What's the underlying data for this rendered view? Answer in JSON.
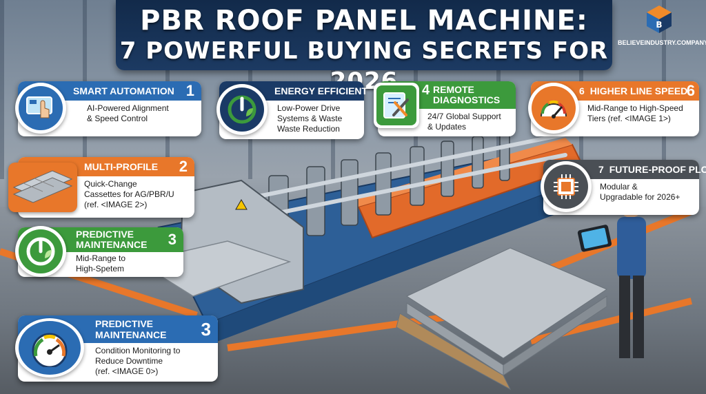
{
  "title": {
    "line1": "PBR ROOF PANEL MACHINE:",
    "line2": "7 POWERFUL BUYING SECRETS FOR 2026"
  },
  "brand": {
    "name": "BELIEVEINDUSTRY.COMPANY",
    "logo_icon": "cube-logo-icon"
  },
  "colors": {
    "navy": "#1a3a66",
    "blue": "#2b6cb3",
    "green": "#3c9a3c",
    "orange": "#e8772a",
    "gray": "#4a4f55"
  },
  "callouts": [
    {
      "id": "smart-automation",
      "title": "SMART AUTOMATION",
      "number": "1",
      "body_line1": "AI-Powered Alignment",
      "body_line2": "& Speed Control",
      "body_line3": "",
      "icon": "touchscreen-hand-icon"
    },
    {
      "id": "energy-efficient",
      "title": "ENERGY EFFICIENT",
      "number": "",
      "body_line1": "Low-Power Drive",
      "body_line2": "Systems  & Waste",
      "body_line3": "Waste Reduction",
      "icon": "power-leaf-icon"
    },
    {
      "id": "remote-diagnostics",
      "title_line1": "REMOTE",
      "title_line2": "DIAGNOSTICS",
      "number": "4",
      "body_line1": "24/7 Global Support",
      "body_line2": "& Updates",
      "icon": "tablet-tools-icon"
    },
    {
      "id": "higher-line-speed",
      "title": "HIGHER LINE SPEED",
      "number_left": "6",
      "number": "6",
      "body_line1": "Mid-Range to High-Speed",
      "body_line2": "Tiers (ref. <IMAGE 1>)",
      "icon": "speedometer-icon"
    },
    {
      "id": "multi-profile",
      "title": "MULTI-PROFILE",
      "number": "2",
      "body_line1": "Quick-Change",
      "body_line2": "Cassettes for AG/PBR/U",
      "body_line3": "(ref. <IMAGE 2>)",
      "icon": "metal-panels-icon"
    },
    {
      "id": "future-proof-plc",
      "title": "FUTURE-PROOF PLC",
      "number_left": "7",
      "body_line1": "Modular &",
      "body_line2": "Upgradable for 2026+",
      "icon": "plc-chip-icon"
    },
    {
      "id": "predictive-maintenance-a",
      "title_line1": "PREDICTIVE",
      "title_line2": "MAINTENANCE",
      "number": "3",
      "body_line1": "Mid-Range to",
      "body_line2": "High-Spetem",
      "icon": "power-leaf-icon"
    },
    {
      "id": "predictive-maintenance-b",
      "title_line1": "PREDICTIVE",
      "title_line2": "MAINTENANCE",
      "number": "3",
      "body_line1": "Condition Monitoring to",
      "body_line2": "Reduce Downtime",
      "body_line3": "(ref. <IMAGE 0>)",
      "icon": "gauge-icon"
    }
  ]
}
